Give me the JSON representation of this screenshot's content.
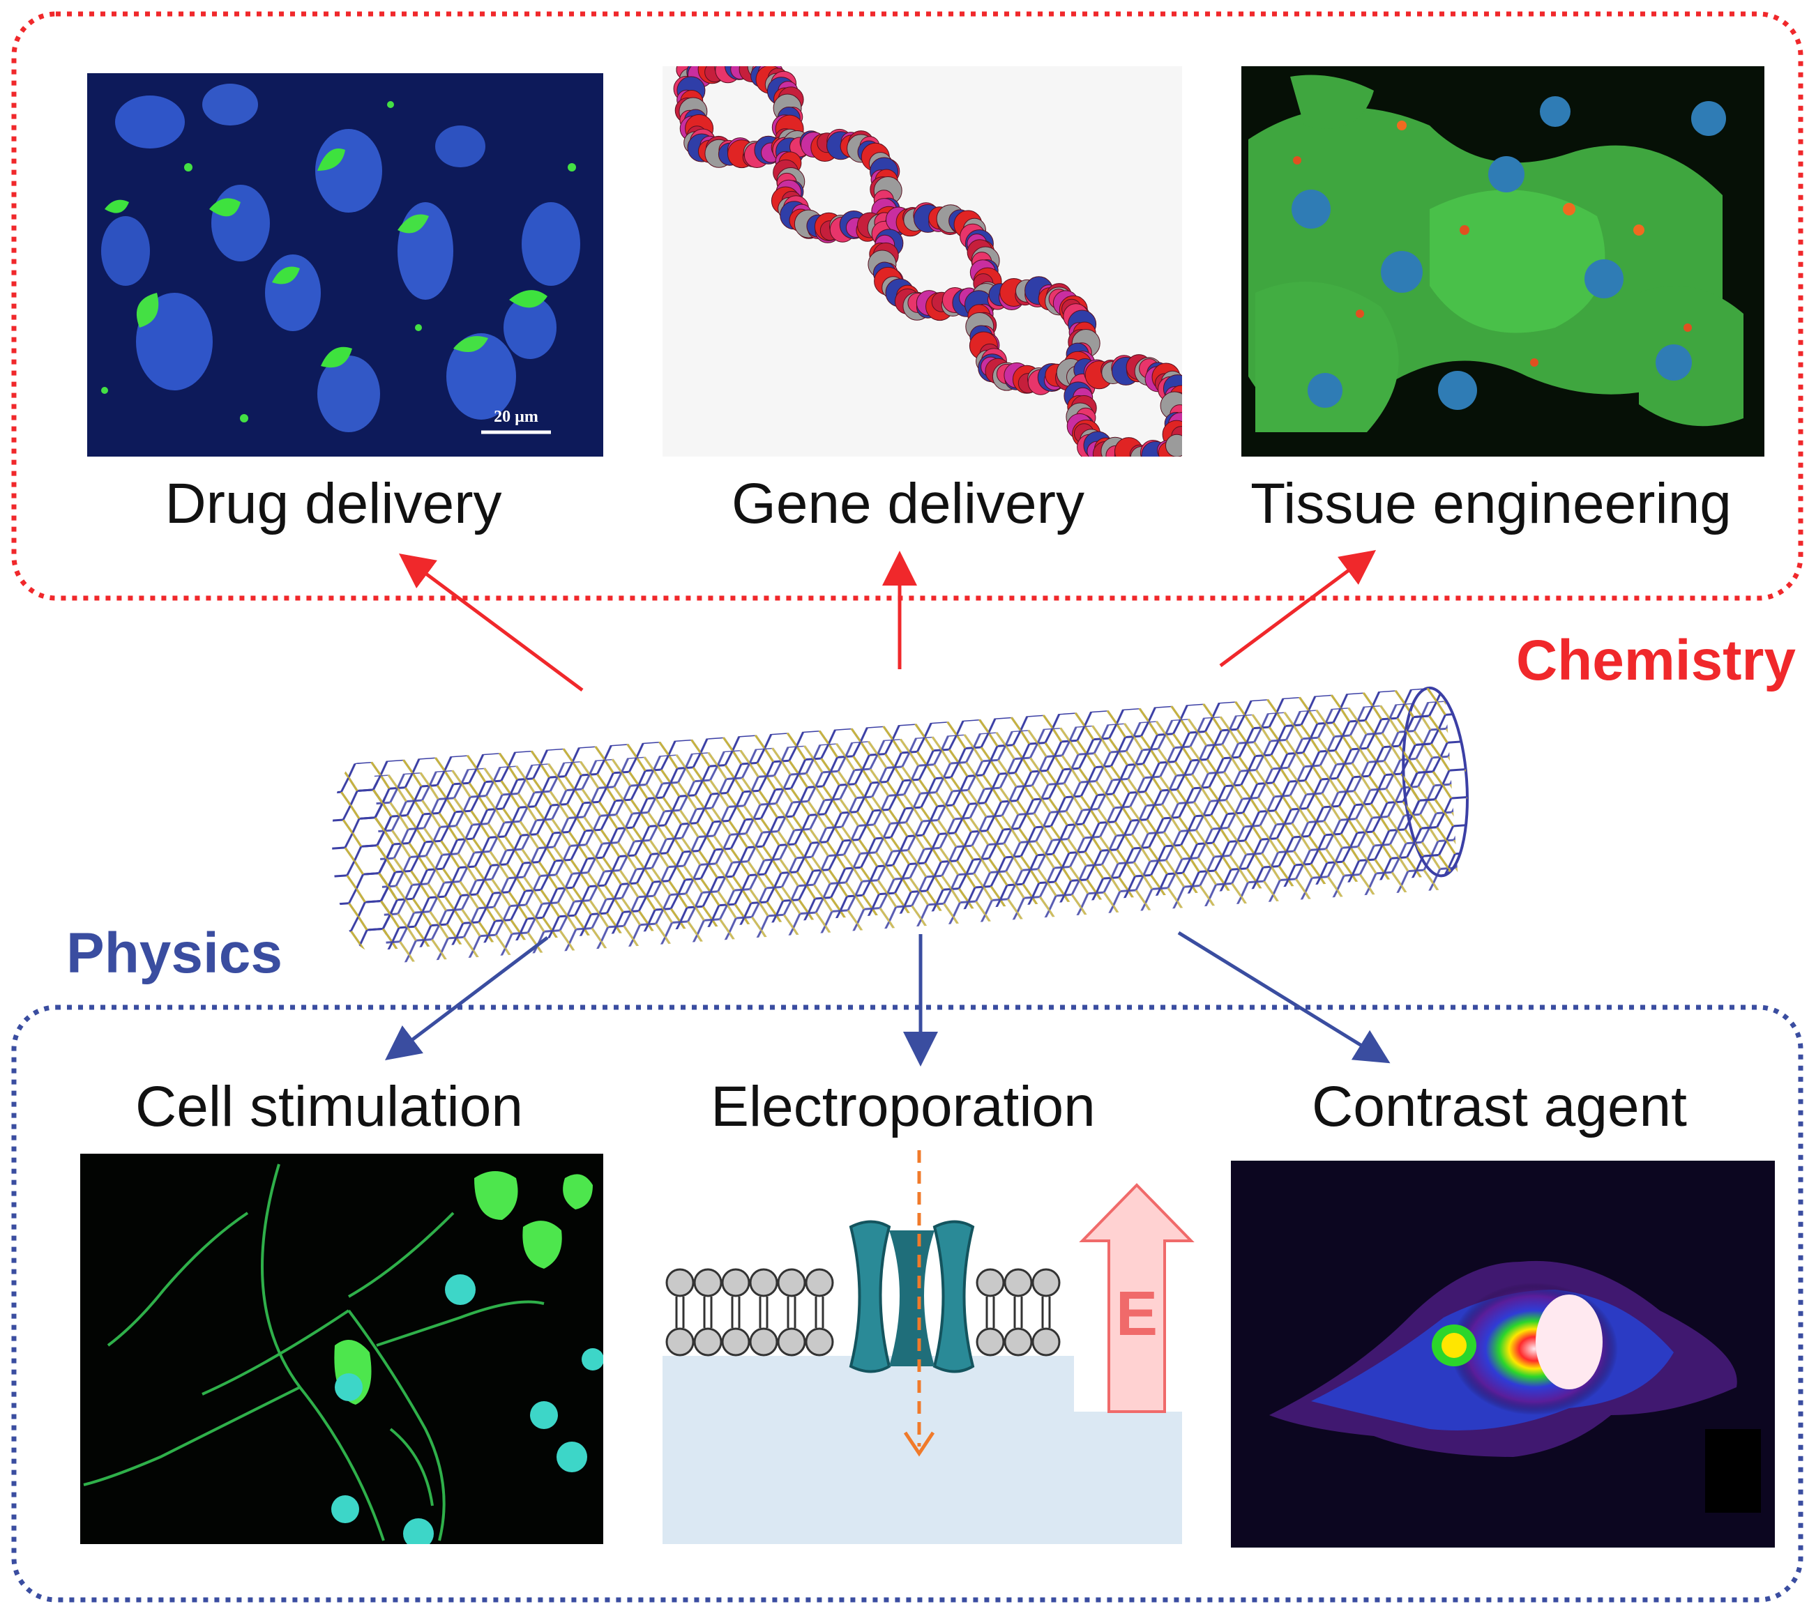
{
  "colors": {
    "chemistry": "#f0282b",
    "physics": "#3a4da0",
    "nanotube_bond_a": "#3b3fa5",
    "nanotube_bond_b": "#c7b33d"
  },
  "groups": {
    "chemistry": {
      "title": "Chemistry"
    },
    "physics": {
      "title": "Physics"
    }
  },
  "panels": {
    "drug_delivery": {
      "label": "Drug delivery",
      "scale_bar": "20 µm"
    },
    "gene_delivery": {
      "label": "Gene delivery"
    },
    "tissue_engineering": {
      "label": "Tissue engineering"
    },
    "cell_stimulation": {
      "label": "Cell stimulation"
    },
    "electroporation": {
      "label": "Electroporation",
      "field_symbol": "E"
    },
    "contrast_agent": {
      "label": "Contrast agent"
    }
  },
  "center": {
    "object": "carbon-nanotube"
  }
}
